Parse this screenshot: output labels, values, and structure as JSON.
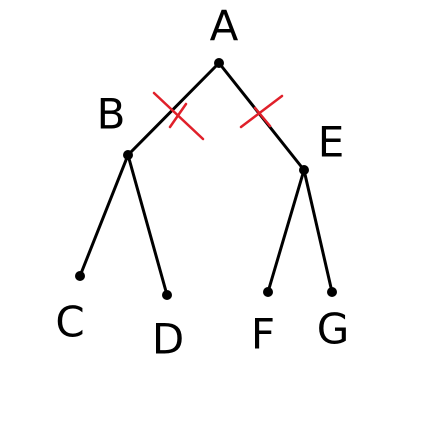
{
  "tree": {
    "nodes": [
      {
        "id": "A",
        "label": "A"
      },
      {
        "id": "B",
        "label": "B"
      },
      {
        "id": "E",
        "label": "E"
      },
      {
        "id": "C",
        "label": "C"
      },
      {
        "id": "D",
        "label": "D"
      },
      {
        "id": "F",
        "label": "F"
      },
      {
        "id": "G",
        "label": "G"
      }
    ],
    "edges": [
      {
        "from": "A",
        "to": "B",
        "cut": true
      },
      {
        "from": "A",
        "to": "E",
        "cut": true
      },
      {
        "from": "B",
        "to": "C",
        "cut": false
      },
      {
        "from": "B",
        "to": "D",
        "cut": false
      },
      {
        "from": "E",
        "to": "F",
        "cut": false
      },
      {
        "from": "E",
        "to": "G",
        "cut": false
      }
    ]
  },
  "colors": {
    "ink": "#000000",
    "cut_mark": "#e0202a",
    "background": "#ffffff"
  }
}
